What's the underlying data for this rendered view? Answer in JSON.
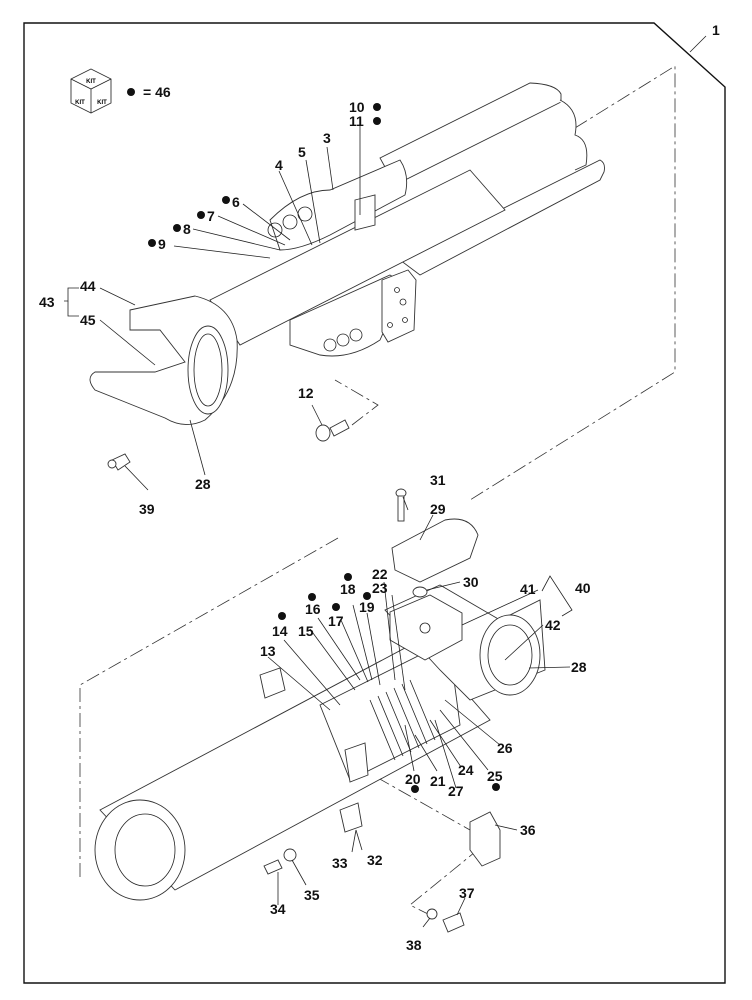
{
  "diagram": {
    "assembly_number": "1",
    "legend": {
      "kit_icon_text": "KIT",
      "kit_bullet_label": "= 46"
    },
    "callouts": [
      {
        "id": "c1",
        "text": "1",
        "kit": false
      },
      {
        "id": "c3",
        "text": "3",
        "kit": false
      },
      {
        "id": "c4",
        "text": "4",
        "kit": false
      },
      {
        "id": "c5",
        "text": "5",
        "kit": false
      },
      {
        "id": "c6",
        "text": "6",
        "kit": true
      },
      {
        "id": "c7",
        "text": "7",
        "kit": true
      },
      {
        "id": "c8",
        "text": "8",
        "kit": true
      },
      {
        "id": "c9",
        "text": "9",
        "kit": true
      },
      {
        "id": "c10",
        "text": "10",
        "kit": true
      },
      {
        "id": "c11",
        "text": "11",
        "kit": true
      },
      {
        "id": "c12",
        "text": "12",
        "kit": false
      },
      {
        "id": "c13",
        "text": "13",
        "kit": false
      },
      {
        "id": "c14",
        "text": "14",
        "kit": true
      },
      {
        "id": "c15",
        "text": "15",
        "kit": false
      },
      {
        "id": "c16",
        "text": "16",
        "kit": true
      },
      {
        "id": "c17",
        "text": "17",
        "kit": true
      },
      {
        "id": "c18",
        "text": "18",
        "kit": true
      },
      {
        "id": "c19",
        "text": "19",
        "kit": true
      },
      {
        "id": "c20",
        "text": "20",
        "kit": true
      },
      {
        "id": "c21",
        "text": "21",
        "kit": false
      },
      {
        "id": "c22",
        "text": "22",
        "kit": false
      },
      {
        "id": "c23",
        "text": "23",
        "kit": false
      },
      {
        "id": "c24",
        "text": "24",
        "kit": false
      },
      {
        "id": "c25",
        "text": "25",
        "kit": true
      },
      {
        "id": "c26",
        "text": "26",
        "kit": false
      },
      {
        "id": "c27",
        "text": "27",
        "kit": false
      },
      {
        "id": "c28a",
        "text": "28",
        "kit": false
      },
      {
        "id": "c28b",
        "text": "28",
        "kit": false
      },
      {
        "id": "c29",
        "text": "29",
        "kit": false
      },
      {
        "id": "c30",
        "text": "30",
        "kit": false
      },
      {
        "id": "c31",
        "text": "31",
        "kit": false
      },
      {
        "id": "c32",
        "text": "32",
        "kit": false
      },
      {
        "id": "c33",
        "text": "33",
        "kit": false
      },
      {
        "id": "c34",
        "text": "34",
        "kit": false
      },
      {
        "id": "c35",
        "text": "35",
        "kit": false
      },
      {
        "id": "c36",
        "text": "36",
        "kit": false
      },
      {
        "id": "c37",
        "text": "37",
        "kit": false
      },
      {
        "id": "c38",
        "text": "38",
        "kit": false
      },
      {
        "id": "c39",
        "text": "39",
        "kit": false
      },
      {
        "id": "c40",
        "text": "40",
        "kit": false
      },
      {
        "id": "c41",
        "text": "41",
        "kit": false
      },
      {
        "id": "c42",
        "text": "42",
        "kit": false
      },
      {
        "id": "c43",
        "text": "43",
        "kit": false
      },
      {
        "id": "c44",
        "text": "44",
        "kit": false
      },
      {
        "id": "c45",
        "text": "45",
        "kit": false
      }
    ]
  }
}
